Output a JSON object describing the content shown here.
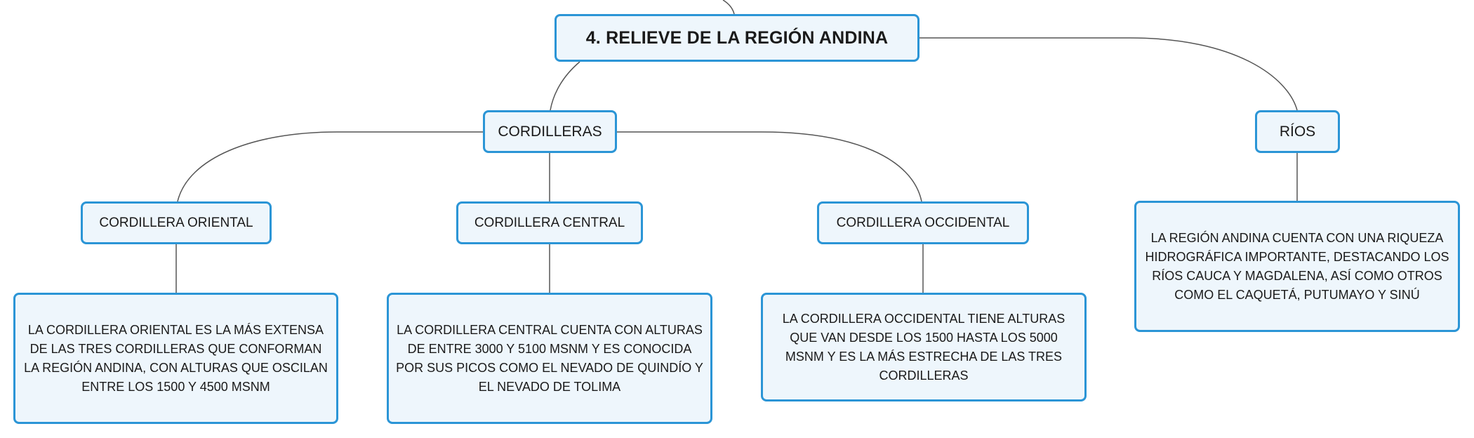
{
  "map": {
    "root": {
      "title": "4. RELIEVE DE LA REGIÓN ANDINA"
    },
    "cordilleras": {
      "label": "CORDILLERAS",
      "oriental": {
        "label": "CORDILLERA ORIENTAL",
        "description": "LA CORDILLERA ORIENTAL ES LA MÁS EXTENSA DE LAS TRES CORDILLERAS QUE CONFORMAN LA REGIÓN ANDINA, CON ALTURAS QUE OSCILAN ENTRE LOS 1500 Y 4500 MSNM"
      },
      "central": {
        "label": "CORDILLERA CENTRAL",
        "description": "LA CORDILLERA CENTRAL CUENTA CON ALTURAS DE ENTRE 3000 Y 5100 MSNM Y ES CONOCIDA POR SUS PICOS COMO EL NEVADO DE QUINDÍO Y EL NEVADO DE TOLIMA"
      },
      "occidental": {
        "label": "CORDILLERA OCCIDENTAL",
        "description": "LA CORDILLERA OCCIDENTAL TIENE ALTURAS QUE VAN DESDE LOS 1500 HASTA LOS 5000 MSNM Y ES LA MÁS ESTRECHA DE LAS TRES CORDILLERAS"
      }
    },
    "rios": {
      "label": "RÍOS",
      "description": "LA REGIÓN ANDINA CUENTA CON UNA RIQUEZA HIDROGRÁFICA IMPORTANTE, DESTACANDO LOS RÍOS CAUCA Y MAGDALENA, ASÍ COMO OTROS COMO EL CAQUETÁ, PUTUMAYO Y SINÚ"
    }
  },
  "colors": {
    "node_border": "#2b95d6",
    "node_fill": "#eef6fc",
    "connector": "#555555",
    "text": "#1a1a1a"
  }
}
